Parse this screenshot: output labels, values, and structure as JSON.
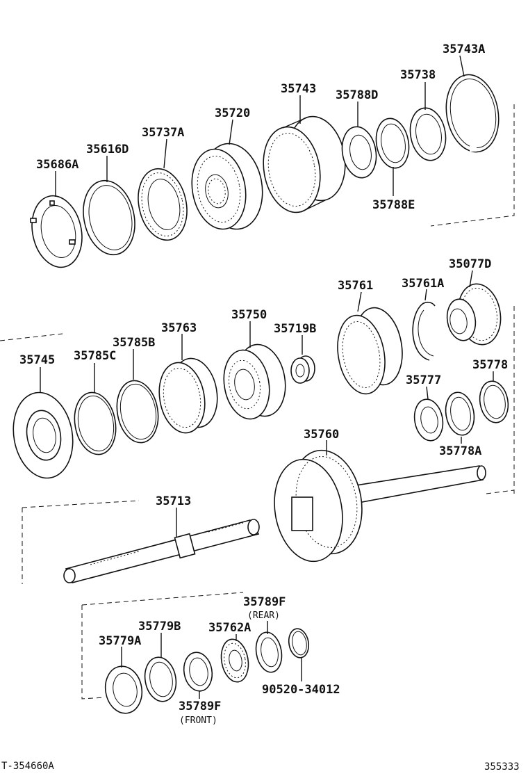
{
  "labels": {
    "p35743A": "35743A",
    "p35738": "35738",
    "p35743": "35743",
    "p35788D": "35788D",
    "p35720": "35720",
    "p35737A": "35737A",
    "p35616D": "35616D",
    "p35686A": "35686A",
    "p35788E": "35788E",
    "p35077D": "35077D",
    "p35761": "35761",
    "p35761A": "35761A",
    "p35750": "35750",
    "p35763": "35763",
    "p35719B": "35719B",
    "p35785B": "35785B",
    "p35745": "35745",
    "p35785C": "35785C",
    "p35778": "35778",
    "p35777": "35777",
    "p35760": "35760",
    "p35778A": "35778A",
    "p35713": "35713",
    "p35789F_rear": "35789F",
    "rear_note": "(REAR)",
    "p35779B": "35779B",
    "p35762A": "35762A",
    "p35779A": "35779A",
    "p90520": "90520-34012",
    "p35789F_front": "35789F",
    "front_note": "(FRONT)"
  },
  "footer": {
    "diagram_code": "T-354660A",
    "page_code": "355333"
  }
}
